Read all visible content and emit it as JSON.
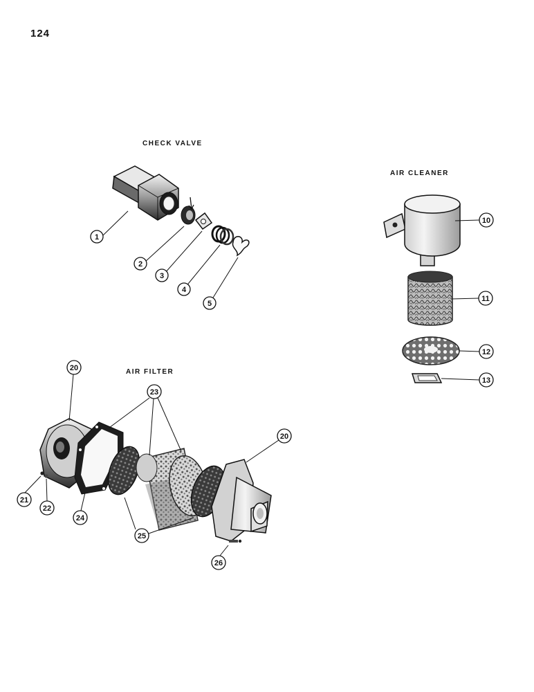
{
  "page": {
    "number": "124"
  },
  "sections": {
    "check_valve": {
      "title": "CHECK VALVE"
    },
    "air_cleaner": {
      "title": "AIR CLEANER"
    },
    "air_filter": {
      "title": "AIR FILTER"
    }
  },
  "callouts": {
    "c1": "1",
    "c2": "2",
    "c3": "3",
    "c4": "4",
    "c5": "5",
    "c10": "10",
    "c11": "11",
    "c12": "12",
    "c13": "13",
    "c20a": "20",
    "c20b": "20",
    "c21": "21",
    "c22": "22",
    "c23": "23",
    "c24": "24",
    "c25": "25",
    "c26": "26"
  }
}
